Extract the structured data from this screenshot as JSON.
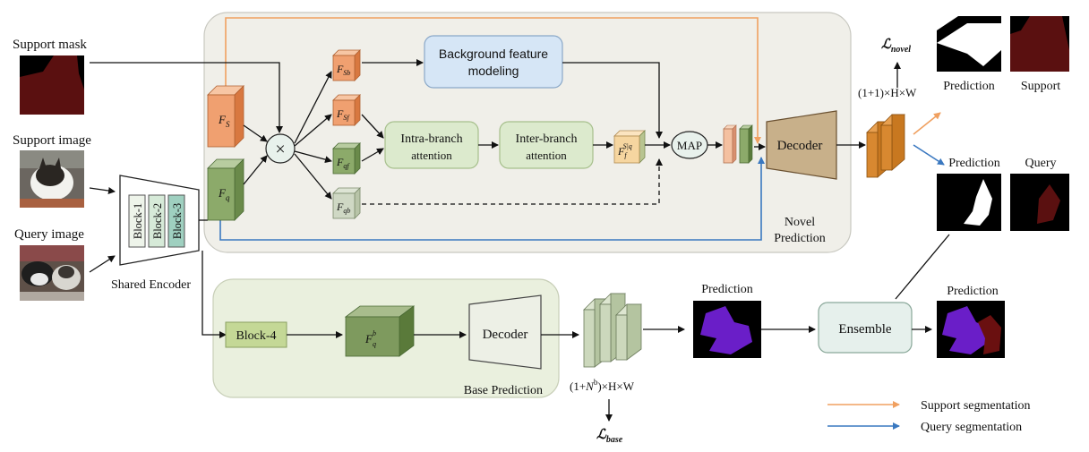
{
  "inputs": {
    "support_mask": "Support mask",
    "support_image": "Support image",
    "query_image": "Query image"
  },
  "encoder": {
    "blocks": [
      "Block-1",
      "Block-2",
      "Block-3"
    ],
    "label": "Shared Encoder"
  },
  "novel": {
    "fs_main": "F",
    "fs_main_sub": "S",
    "fq_main": "F",
    "fq_main_sub": "q",
    "fsb": "F",
    "fsb_sub": "Sb",
    "fsf": "F",
    "fsf_sub": "Sf",
    "fqf": "F",
    "fqf_sub": "qf",
    "fqb": "F",
    "fqb_sub": "qb",
    "times": "×",
    "bg_model": [
      "Background feature",
      "modeling"
    ],
    "intra": [
      "Intra-branch",
      "attention"
    ],
    "inter": [
      "Inter-branch",
      "attention"
    ],
    "ff": "F",
    "ff_sub": "f",
    "ff_sup": "S|q",
    "map": "MAP",
    "decoder": "Decoder",
    "label": [
      "Novel",
      "Prediction"
    ],
    "shape": "(1+1)×H×W",
    "loss": "ℒ",
    "loss_sub": "novel",
    "pred_top": "Prediction",
    "support_top": "Support",
    "pred_mid": "Prediction",
    "query_mid": "Query"
  },
  "base": {
    "block4": "Block-4",
    "fqb": "F",
    "fqb_sub": "q",
    "fqb_sup": "b",
    "decoder": "Decoder",
    "label": "Base Prediction",
    "shape_pre": "(1+",
    "shape_n": "N",
    "shape_nsup": "b",
    "shape_post": ")×H×W",
    "loss": "ℒ",
    "loss_sub": "base",
    "pred": "Prediction",
    "ensemble": "Ensemble",
    "pred_final": "Prediction"
  },
  "legend": {
    "support_seg": "Support segmentation",
    "query_seg": "Query segmentation",
    "support_color": "#f0a060",
    "query_color": "#3a78c0"
  }
}
